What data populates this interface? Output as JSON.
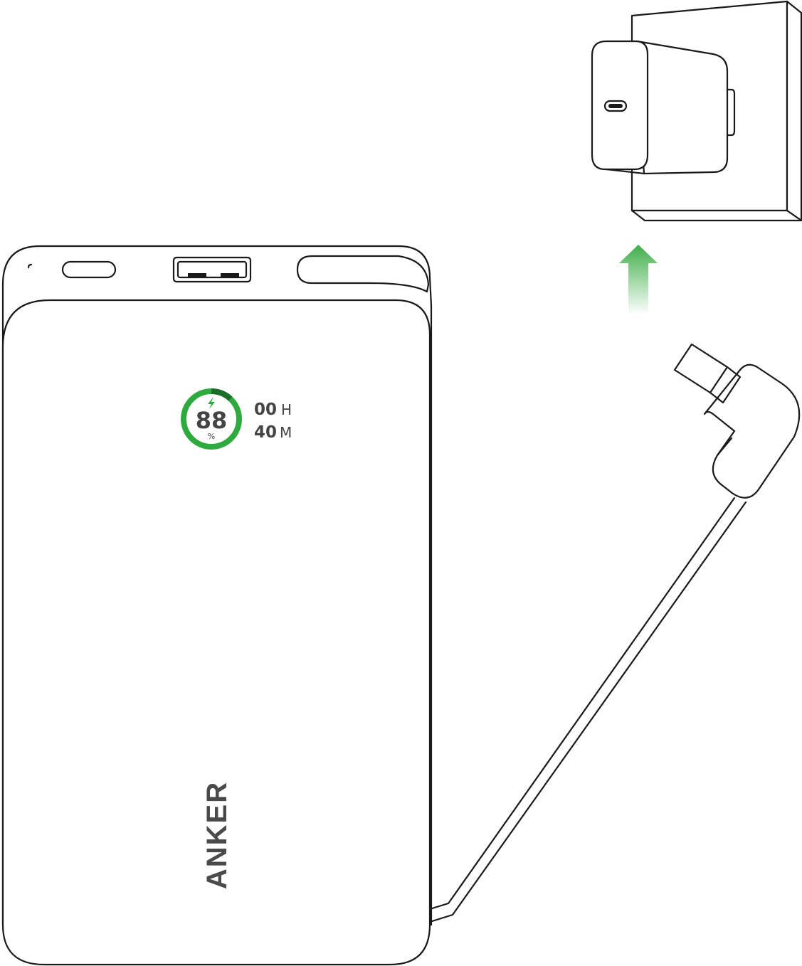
{
  "display": {
    "battery_percent": "88",
    "percent_sign": "%",
    "hours_value": "00",
    "hours_unit": "H",
    "minutes_value": "40",
    "minutes_unit": "M",
    "ring_fill_fraction": 0.88
  },
  "brand": {
    "logo_text": "ANKER"
  },
  "colors": {
    "ring_green": "#2eaa3f",
    "ring_dark": "#1b6e2a",
    "arrow_green": "#3fae49",
    "line": "#1a1a1a",
    "text_gray": "#444444"
  },
  "icons": {
    "charging": "lightning-bolt-icon",
    "direction": "arrow-up-icon"
  }
}
